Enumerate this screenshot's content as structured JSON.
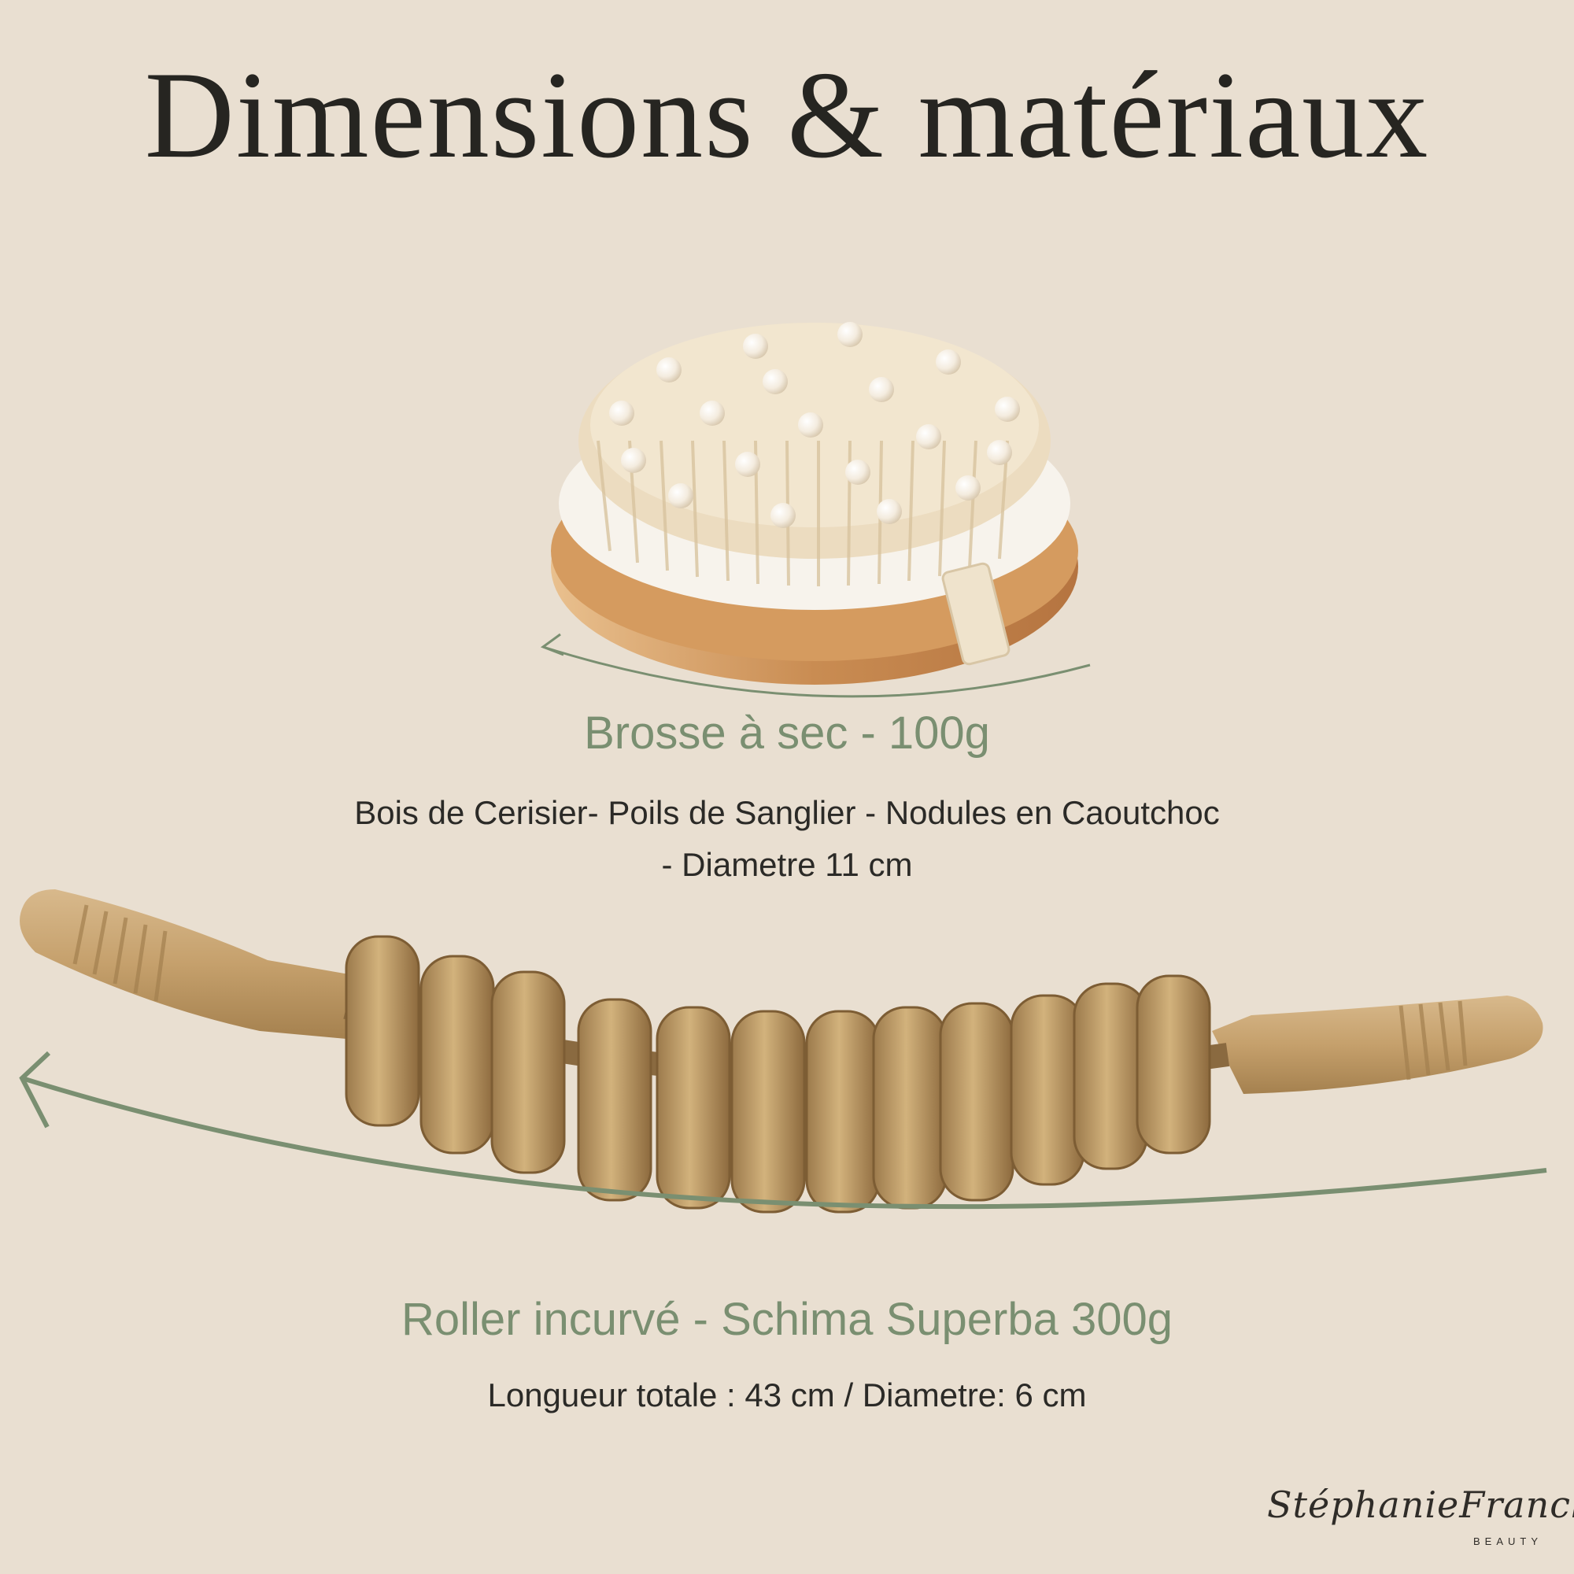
{
  "page": {
    "title": "Dimensions & matériaux",
    "background": "#e9dfd1",
    "accent": "#7a8f71"
  },
  "brush": {
    "name": "Brosse à sec - 100g",
    "description_lines": [
      "Bois de Cerisier- Poils de Sanglier - Nodules en Caoutchoc",
      "- Diametre 11 cm"
    ],
    "image": "round-dry-brush"
  },
  "roller": {
    "name": "Roller incurvé - Schima Superba 300g",
    "description": "Longueur totale : 43 cm / Diametre: 6 cm",
    "image": "curved-wooden-roller"
  },
  "brand": {
    "name": "StéphanieFranck",
    "sub": "BEAUTY"
  }
}
